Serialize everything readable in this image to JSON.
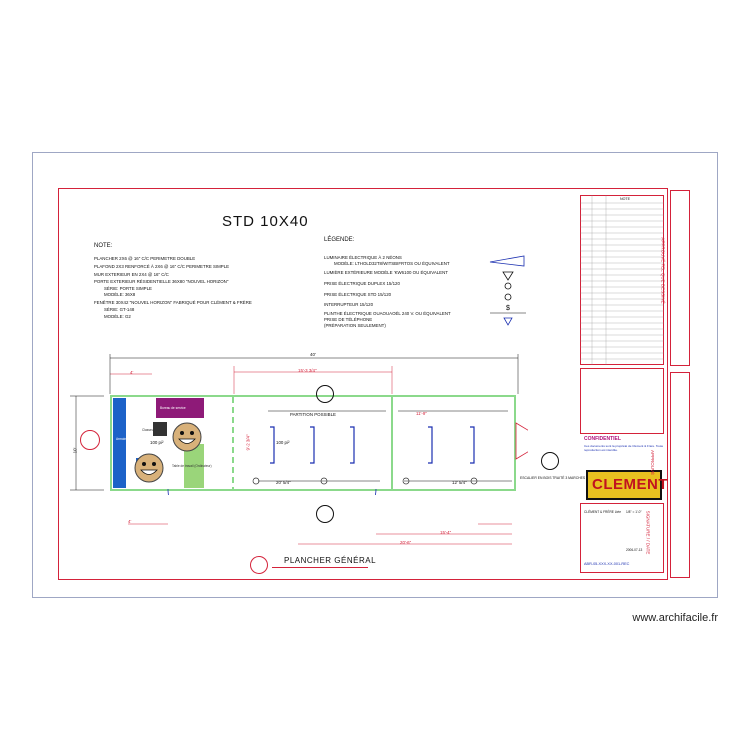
{
  "drawing": {
    "title": "STD 10X40",
    "notes_header": "NOTE:",
    "notes": [
      "PLANCHER 2X6 @ 16\" C/C PERIMETRE DOUBLE",
      "PLAFOND 2X3 RENFORCÉ À 2X6 @ 16\" C/C PERIMETRE SIMPLE",
      "MUR EXTERIEUR EN 2X4 @ 16\" C/C",
      "PORTE EXTERIEUR RÉSIDENTIELLE 36X80 \"NOUVEL HORIZON\"",
      "SÉRIE: PORTE SIMPLE",
      "MODÈLE: 36X8",
      "FENÊTRE 30X42 \"NOUVEL HORIZON\" FABRIQUÉ POUR CLÉMENT & FRÈRE",
      "SÉRIE: GT-148",
      "MODÈLE: G2"
    ],
    "legend_header": "LÉGENDE:",
    "legend": [
      "LUMINAIRE ÉLECTRIQUE À 2 NÉONS",
      "MODÈLE: LTHOLD32T8/WITSBIFRTOS OU ÉQUIVALENT",
      "LUMIÈRE EXTÉRIEURE MODÈLE 'KW6100 OU ÉQUIVALENT",
      "PRISE ÉLECTRIQUE DUPLEX 15/120",
      "PRISE ÉLECTRIQUE STD 15/120",
      "INTERRUPTEUR 15/120",
      "PLINTHE ÉLECTRIQUE OUAOUAOÉL 240 V. OU ÉQUIVALENT",
      "PRISE DE TÉLÉPHONE",
      "(PRÉPARATION SEULEMENT)"
    ],
    "plan_labels": {
      "partition": "PARTITION POSSIBLE",
      "dim_total": "40'",
      "dim_top_mid": "15'-3 3/4\"",
      "dim_right": "11'-9\"",
      "dim_left": "4'",
      "dim_height": "10'",
      "dim_vert": "9'-2 3/4\"",
      "dim_mid_a": "20' 5/4\"",
      "dim_mid_b": "12' 5/4\"",
      "dim_bottom_a": "15'-4\"",
      "dim_bottom_b": "20'-6\"",
      "plan_title": "PLANCHER GÉNÉRAL",
      "room_label_a": "Armoire de rangement",
      "room_label_b": "Table de travail (Ordinateur)",
      "room_label_c": "Bureau de service",
      "room_label_d": "Classeur",
      "area_a": "100 pi²",
      "area_b": "100 pi²",
      "stairs_note": "ESCALIER EN BOIS TRAITÉ 3 MARCHES"
    },
    "title_block": {
      "header": "NOTE",
      "confidentiel": "CONFIDENTIEL",
      "confidentiel_text": "Ces documents sont la propriété de Clément & Frère. Toute reproduction est interdite.",
      "logo": "CLEMENT",
      "project": "CLÉMENT & FRÈRE Ltée",
      "scale": "1/8\" = 1'-0\"",
      "date": "2006-07-13",
      "drawing_number": "ABR-05-XXX-XX-001-REC",
      "side_text_a": "APPROUVÉ TEL QUE DESSINÉ",
      "side_text_b": "APPROUVÉ AVEC MODIFICATIONS",
      "side_text_c": "APPROUVÉ",
      "side_text_d": "SIGNATURE  /  /  DATE"
    }
  },
  "footer": {
    "watermark": "www.archifacile.fr"
  },
  "colors": {
    "border_red": "#d4223a",
    "wall_green": "#8bd98b",
    "frame_blue": "#9fa7c4",
    "blue_block": "#1d62c8",
    "purple_block": "#8e1a78",
    "green_block": "#9ad57a"
  }
}
